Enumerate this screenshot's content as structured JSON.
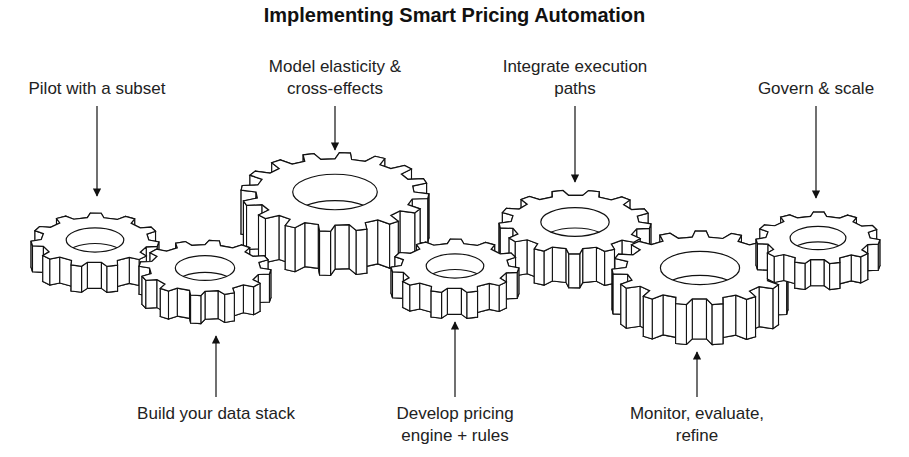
{
  "diagram": {
    "title": "Implementing Smart Pricing Automation",
    "labels": [
      "Pilot with a subset",
      "Model elasticity & cross-effects",
      "Integrate execution paths",
      "Govern & scale",
      "Build your data stack",
      "Develop pricing engine + rules",
      "Monitor, evaluate, refine"
    ]
  }
}
